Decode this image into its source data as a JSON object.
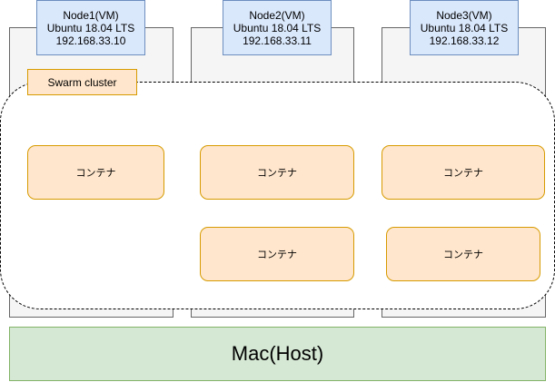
{
  "nodes": [
    {
      "name": "Node1(VM)",
      "os": "Ubuntu 18.04 LTS",
      "ip": "192.168.33.10"
    },
    {
      "name": "Node2(VM)",
      "os": "Ubuntu 18.04 LTS",
      "ip": "192.168.33.11"
    },
    {
      "name": "Node3(VM)",
      "os": "Ubuntu 18.04 LTS",
      "ip": "192.168.33.12"
    }
  ],
  "swarm": {
    "label": "Swarm cluster",
    "containers": [
      "コンテナ",
      "コンテナ",
      "コンテナ",
      "コンテナ",
      "コンテナ"
    ]
  },
  "host": {
    "label": "Mac(Host)"
  },
  "colors": {
    "vm_label_fill": "#dae8fc",
    "vm_label_stroke": "#6c8ebf",
    "vm_box_fill": "#f5f5f5",
    "container_fill": "#ffe6cc",
    "container_stroke": "#d79b00",
    "host_fill": "#d5e8d4",
    "host_stroke": "#82b366"
  }
}
